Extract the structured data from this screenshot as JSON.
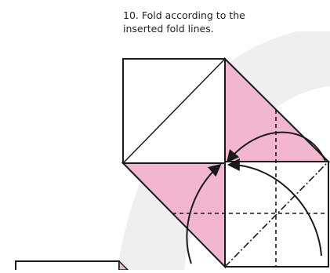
{
  "step": {
    "instruction_line1": "10. Fold according to the",
    "instruction_line2": "inserted fold lines."
  },
  "colors": {
    "paper": "#ffffff",
    "colored_side": "#f2b6cf",
    "outline": "#1a1a1a",
    "watermark": "#efefef"
  },
  "fold_lines": {
    "valley": "dashed",
    "mountain": "dash-dot"
  }
}
